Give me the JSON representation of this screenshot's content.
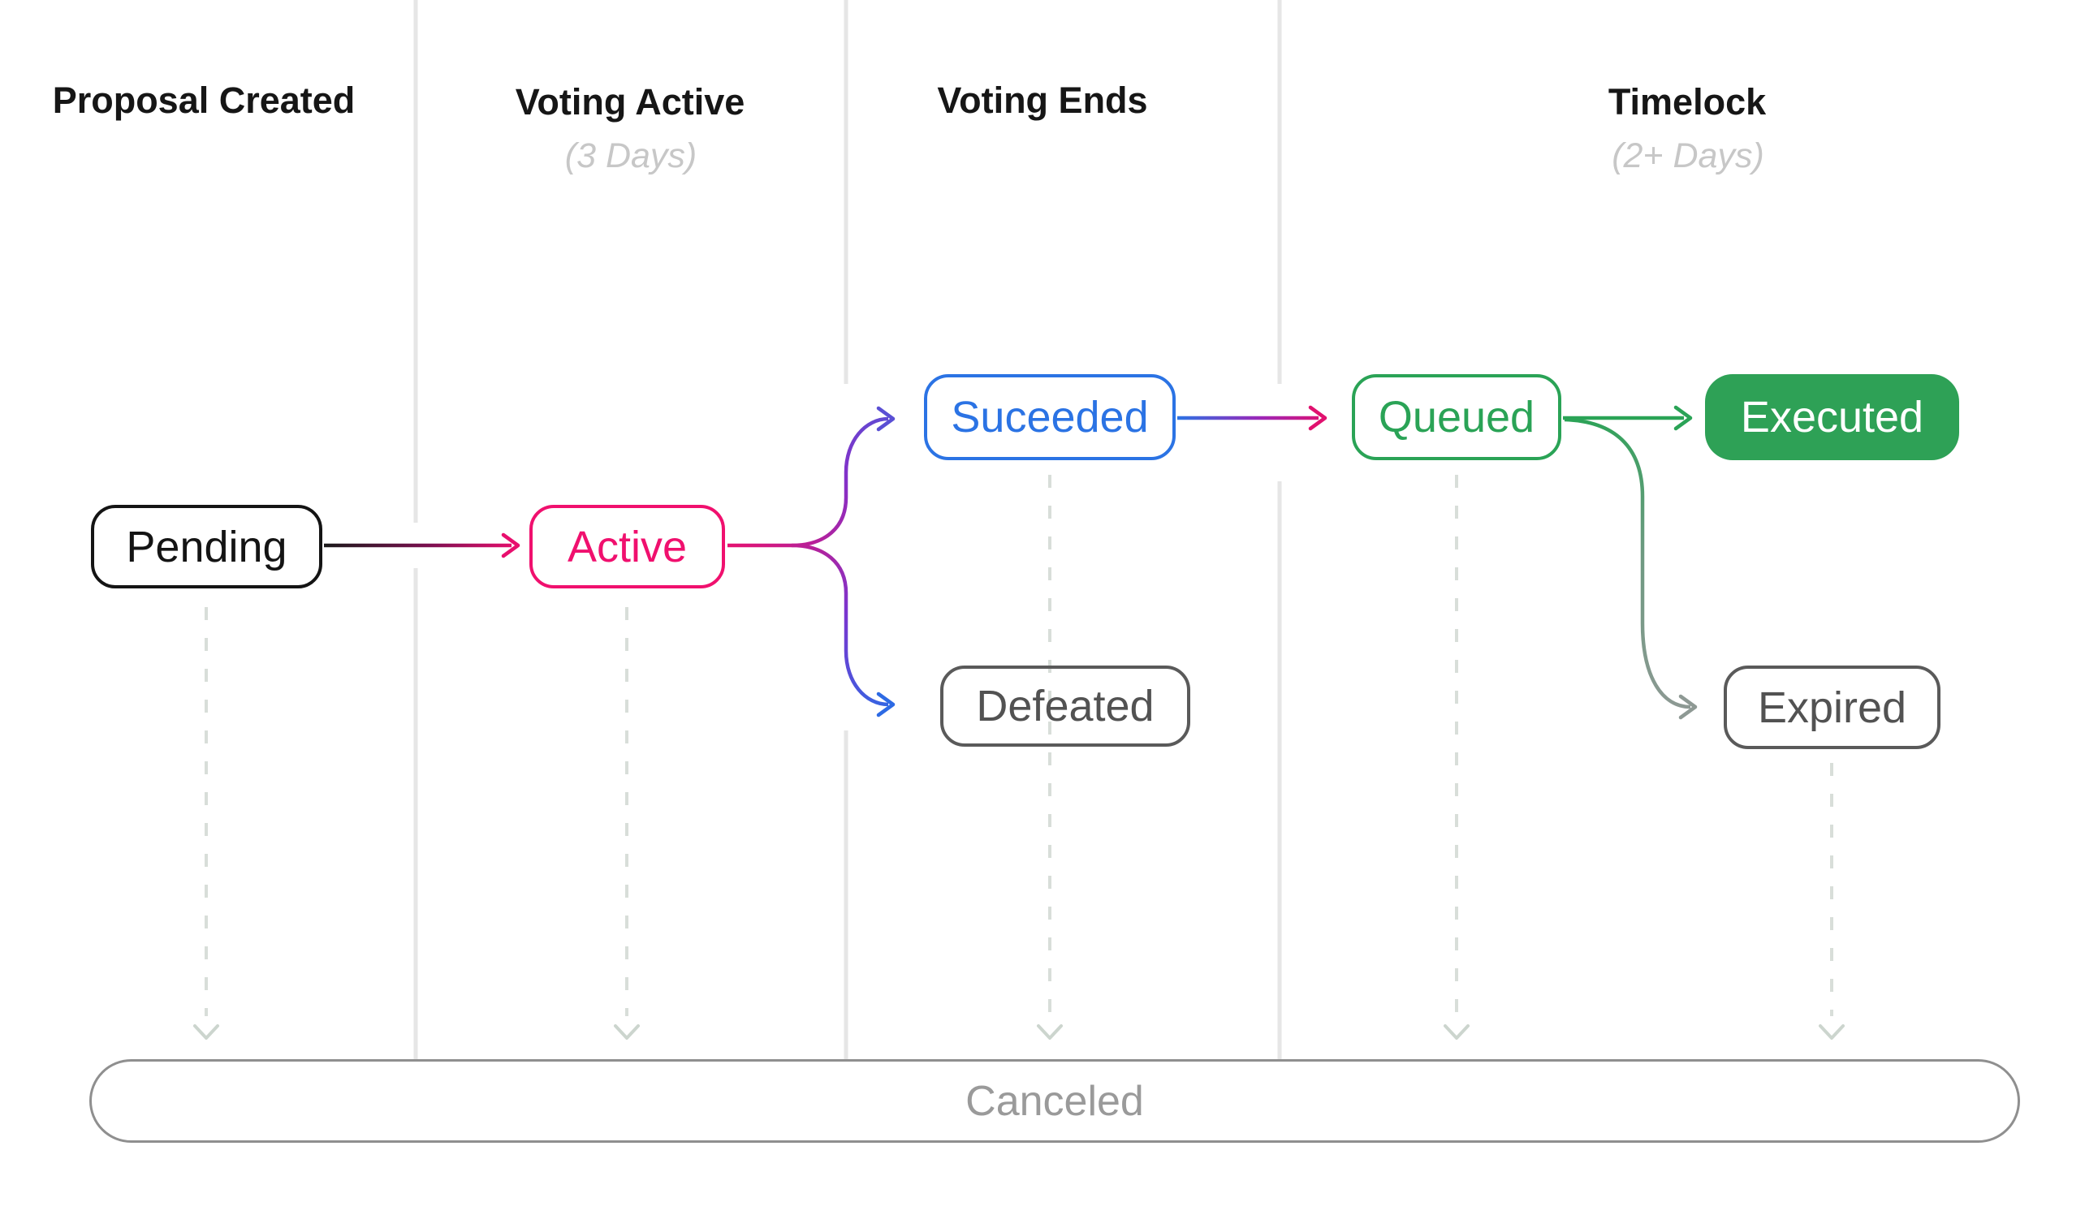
{
  "diagram": {
    "title_hint": "Proposal lifecycle state diagram",
    "columns": [
      {
        "label": "Proposal Created",
        "sublabel": ""
      },
      {
        "label": "Voting Active",
        "sublabel": "(3 Days)"
      },
      {
        "label": "Voting Ends",
        "sublabel": ""
      },
      {
        "label": "Timelock",
        "sublabel": "(2+ Days)"
      }
    ],
    "nodes": [
      {
        "id": "pending",
        "label": "Pending",
        "style": "outline",
        "color": "#141414"
      },
      {
        "id": "active",
        "label": "Active",
        "style": "outline",
        "color": "#f0106e"
      },
      {
        "id": "suceeded",
        "label": "Suceeded",
        "style": "outline",
        "color": "#2b73e4"
      },
      {
        "id": "defeated",
        "label": "Defeated",
        "style": "outline",
        "color": "#5a5a5a"
      },
      {
        "id": "queued",
        "label": "Queued",
        "style": "outline",
        "color": "#2aa356"
      },
      {
        "id": "executed",
        "label": "Executed",
        "style": "filled",
        "color": "#2ea156"
      },
      {
        "id": "expired",
        "label": "Expired",
        "style": "outline",
        "color": "#5a5a5a"
      },
      {
        "id": "canceled",
        "label": "Canceled",
        "style": "outline-wide",
        "color": "#8f8f8f"
      }
    ],
    "edges": [
      {
        "from": "Pending",
        "to": "Active",
        "line": "solid gradient",
        "colors": [
          "#1a1a1a",
          "#e80f6e"
        ]
      },
      {
        "from": "Active",
        "to": "Suceeded",
        "line": "solid gradient",
        "colors": [
          "#e8116d",
          "#5a4fd4"
        ]
      },
      {
        "from": "Active",
        "to": "Defeated",
        "line": "solid gradient",
        "colors": [
          "#e8116d",
          "#2d6ae4"
        ]
      },
      {
        "from": "Suceeded",
        "to": "Queued",
        "line": "solid gradient",
        "colors": [
          "#2b73e4",
          "#e0116f"
        ]
      },
      {
        "from": "Queued",
        "to": "Executed",
        "line": "solid",
        "colors": [
          "#2aa356",
          "#2aa356"
        ]
      },
      {
        "from": "Queued",
        "to": "Expired",
        "line": "solid gradient",
        "colors": [
          "#2aa356",
          "#8e9994"
        ]
      },
      {
        "from": "Pending",
        "to": "Canceled",
        "line": "dashed",
        "colors": [
          "#d8ded9"
        ]
      },
      {
        "from": "Active",
        "to": "Canceled",
        "line": "dashed",
        "colors": [
          "#d8ded9"
        ]
      },
      {
        "from": "Suceeded",
        "to": "Canceled",
        "line": "dashed",
        "colors": [
          "#d8ded9"
        ]
      },
      {
        "from": "Queued",
        "to": "Canceled",
        "line": "dashed",
        "colors": [
          "#d8ded9"
        ]
      },
      {
        "from": "Expired",
        "to": "Canceled",
        "line": "dashed",
        "colors": [
          "#d8ded9"
        ]
      }
    ],
    "colors": {
      "background": "#ffffff",
      "column_divider": "#e6e6e6",
      "dashed_line": "#d8ded9",
      "dashed_arrowhead": "#ccd5ce",
      "header_text": "#161616",
      "header_subtext": "#c7c7c7",
      "pink": "#f0106e",
      "blue": "#2b73e4",
      "purple": "#8430c8",
      "indigo": "#5a4fd4",
      "green": "#2aa356",
      "green_fill": "#2ea156",
      "gray": "#5a5a5a",
      "light_gray": "#8f8f8f"
    }
  }
}
